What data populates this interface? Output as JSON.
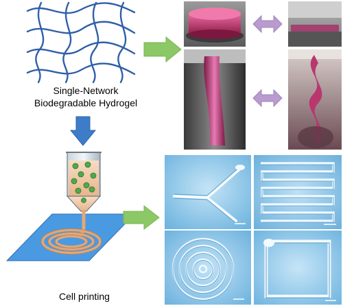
{
  "labels": {
    "hydrogel_line1": "Single-Network",
    "hydrogel_line2": "Biodegradable Hydrogel",
    "cell_printing": "Cell printing"
  },
  "colors": {
    "network": "#2f5fa8",
    "arrow_green": "#8cc866",
    "arrow_blue": "#3d7cc9",
    "arrow_purple": "#b99bd0",
    "substrate": "#4a9ae2",
    "gel_pink": "#c0306a"
  },
  "icons": {
    "right_arrow": "green-right-arrow-icon",
    "down_arrow": "blue-down-arrow-icon",
    "double_arrow": "purple-double-arrow-icon"
  }
}
